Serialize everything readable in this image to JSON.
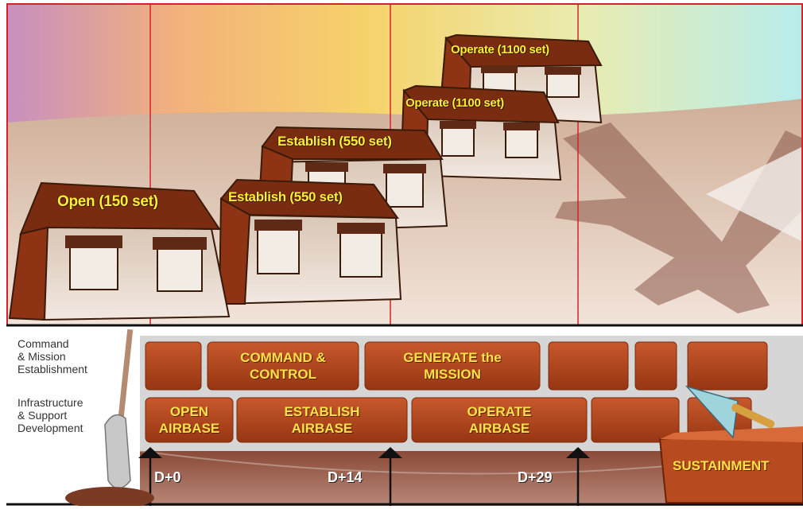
{
  "tents": [
    {
      "label": "Open (150 set)"
    },
    {
      "label": "Establish (550 set)"
    },
    {
      "label": "Establish (550 set)"
    },
    {
      "label": "Operate (1100 set)"
    },
    {
      "label": "Operate (1100 set)"
    }
  ],
  "rows": {
    "command": "Command\n& Mission\nEstablishment",
    "infrastructure": "Infrastructure\n& Support\nDevelopment"
  },
  "bricks": {
    "command_control": "COMMAND &\nCONTROL",
    "generate_mission": "GENERATE the\nMISSION",
    "open_airbase": "OPEN\nAIRBASE",
    "establish_airbase": "ESTABLISH\nAIRBASE",
    "operate_airbase": "OPERATE\nAIRBASE"
  },
  "milestones": [
    "D+0",
    "D+14",
    "D+29"
  ],
  "sustainment": "SUSTAINMENT",
  "colors": {
    "brick": "#b84a20",
    "label_yellow": "#ffee33",
    "divider_red": "#d8202a",
    "tent_roof": "#7a2c10"
  }
}
